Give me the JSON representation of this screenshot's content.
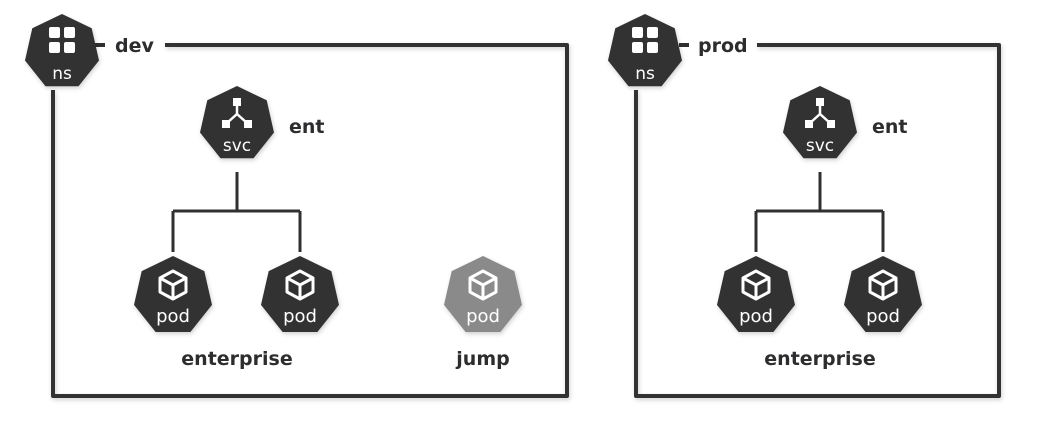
{
  "colors": {
    "dark": "#303033",
    "gray": "#8a8a8a",
    "line": "#303033",
    "white": "#ffffff"
  },
  "namespaces": [
    {
      "name": "dev",
      "icon_label": "ns",
      "service": {
        "icon_label": "svc",
        "name": "ent"
      },
      "pod_groups": [
        {
          "name": "enterprise",
          "pods": [
            "pod",
            "pod"
          ]
        }
      ],
      "standalone_pods": [
        {
          "name": "jump",
          "icon_label": "pod"
        }
      ]
    },
    {
      "name": "prod",
      "icon_label": "ns",
      "service": {
        "icon_label": "svc",
        "name": "ent"
      },
      "pod_groups": [
        {
          "name": "enterprise",
          "pods": [
            "pod",
            "pod"
          ]
        }
      ],
      "standalone_pods": []
    }
  ]
}
